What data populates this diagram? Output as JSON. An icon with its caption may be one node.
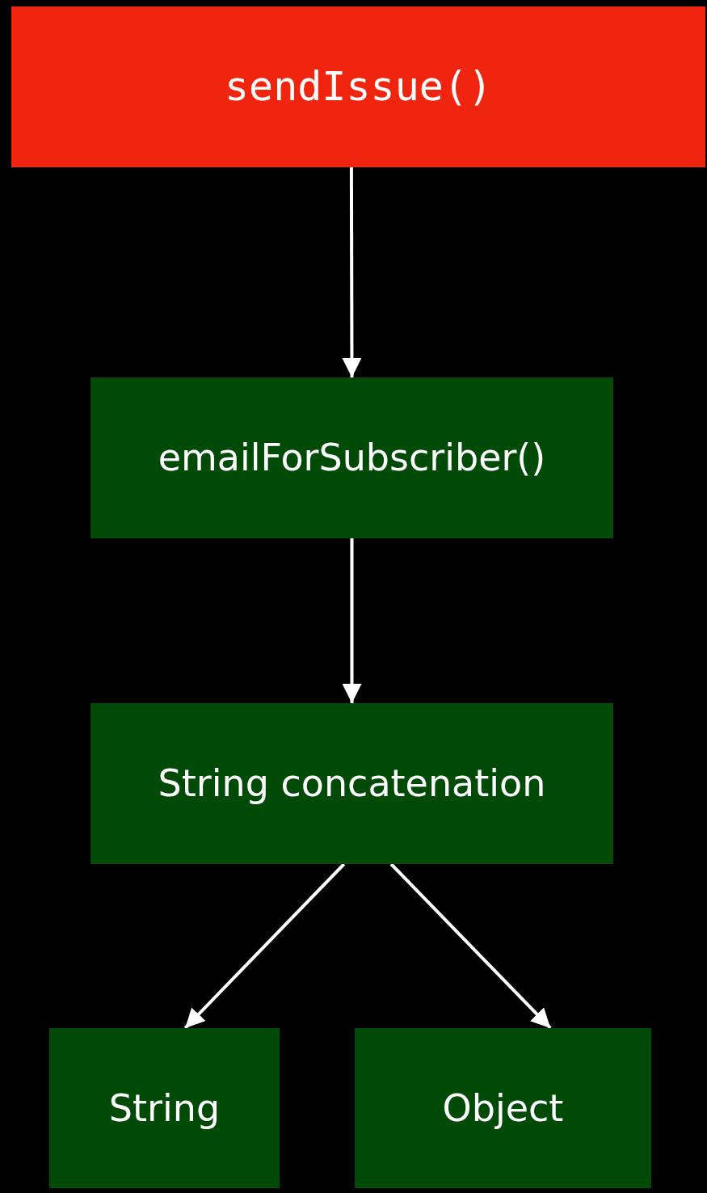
{
  "diagram": {
    "nodes": [
      {
        "text": [
          "sendIssue()"
        ]
      },
      {
        "text": [
          "emailForSubscriber()"
        ]
      },
      {
        "text": [
          "String concatenation"
        ]
      },
      {
        "text": [
          "String"
        ]
      },
      {
        "text": [
          "Object"
        ]
      }
    ],
    "edges": [
      {
        "from": 0,
        "to": 1,
        "arrow": "to"
      },
      {
        "from": 1,
        "to": 2,
        "arrow": "to"
      },
      {
        "from": 2,
        "to": 3,
        "arrow": "to"
      },
      {
        "from": 2,
        "to": 4,
        "arrow": "to"
      }
    ]
  }
}
